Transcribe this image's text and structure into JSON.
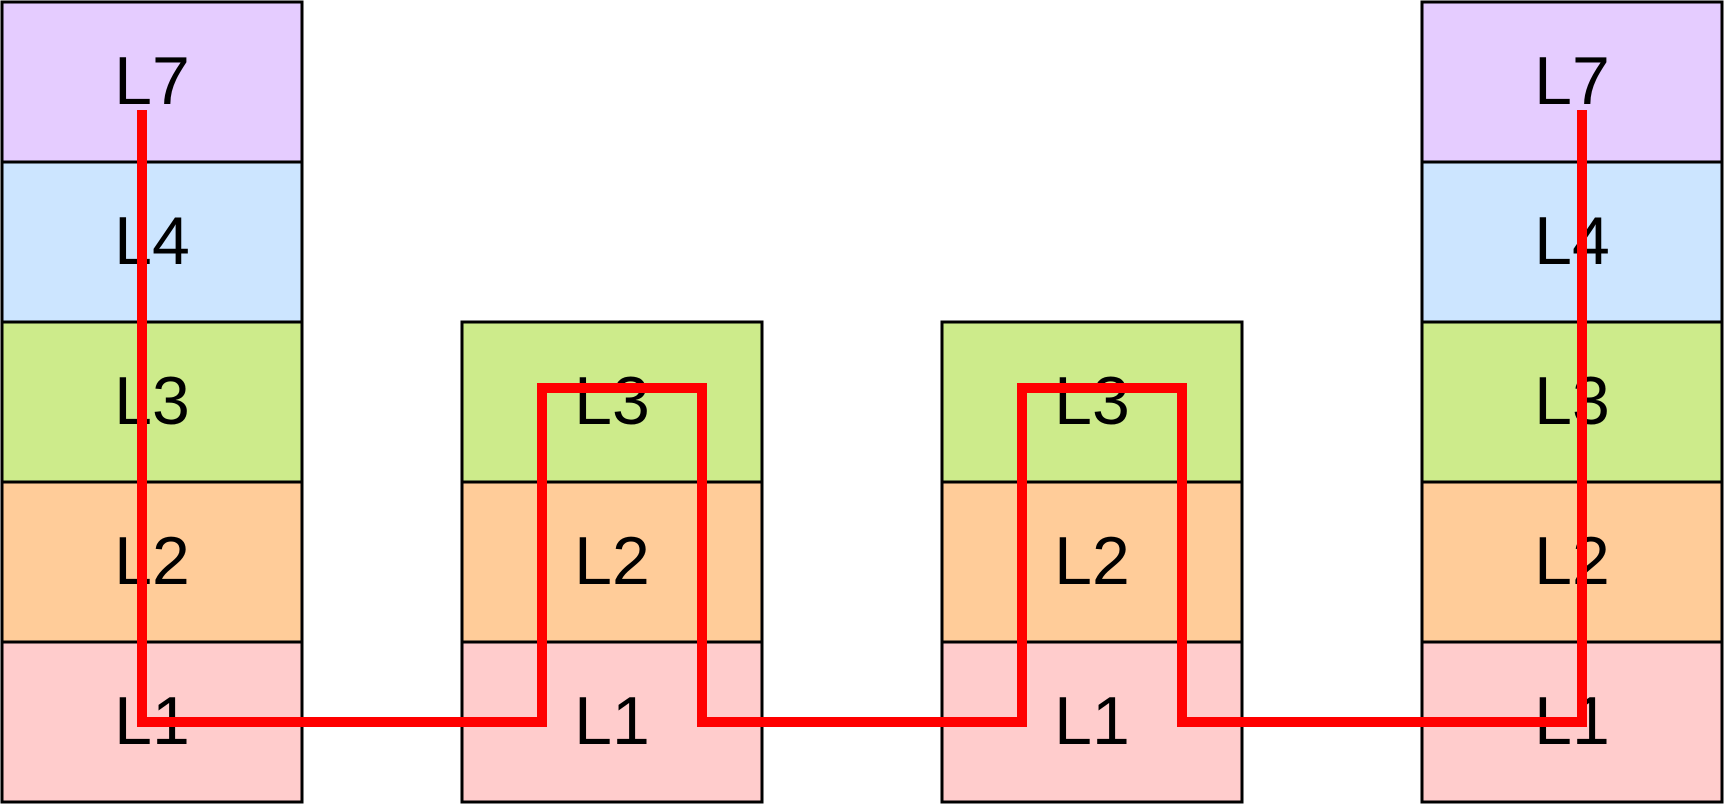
{
  "colors": {
    "L7": "#e5ccff",
    "L4": "#cce5ff",
    "L3": "#cdeb8b",
    "L2": "#ffcc99",
    "L1": "#ffcccc",
    "border": "#000000",
    "path": "#ff0000",
    "background": "#ffffff"
  },
  "stacks": [
    {
      "layers": [
        {
          "label": "L7",
          "color": "L7"
        },
        {
          "label": "L4",
          "color": "L4"
        },
        {
          "label": "L3",
          "color": "L3"
        },
        {
          "label": "L2",
          "color": "L2"
        },
        {
          "label": "L1",
          "color": "L1"
        }
      ]
    },
    {
      "layers": [
        {
          "label": "L3",
          "color": "L3"
        },
        {
          "label": "L2",
          "color": "L2"
        },
        {
          "label": "L1",
          "color": "L1"
        }
      ]
    },
    {
      "layers": [
        {
          "label": "L3",
          "color": "L3"
        },
        {
          "label": "L2",
          "color": "L2"
        },
        {
          "label": "L1",
          "color": "L1"
        }
      ]
    },
    {
      "layers": [
        {
          "label": "L7",
          "color": "L7"
        },
        {
          "label": "L4",
          "color": "L4"
        },
        {
          "label": "L3",
          "color": "L3"
        },
        {
          "label": "L2",
          "color": "L2"
        },
        {
          "label": "L1",
          "color": "L1"
        }
      ]
    }
  ]
}
